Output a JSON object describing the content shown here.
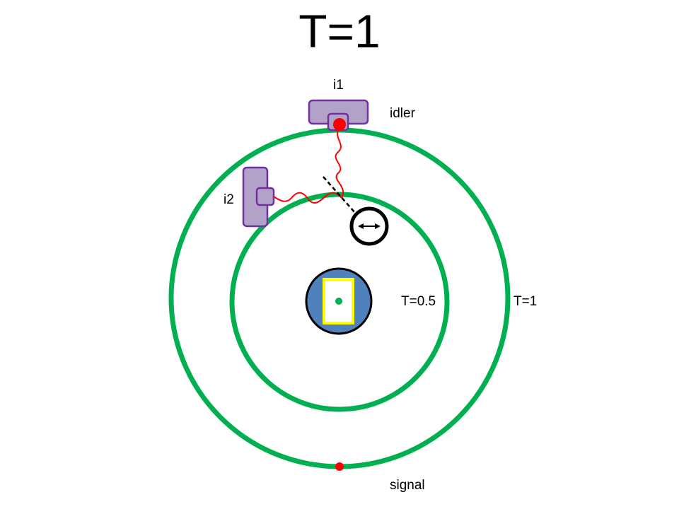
{
  "title": "T=1",
  "labels": {
    "i1": "i1",
    "idler": "idler",
    "i2": "i2",
    "inner_ring": "T=0.5",
    "outer_ring": "T=1",
    "signal": "signal"
  },
  "colors": {
    "ring": "#00b050",
    "photon": "#ff0000",
    "detector_fill": "#b3a2c7",
    "detector_stroke": "#7030a0",
    "source_fill": "#4f81bd",
    "crystal_stroke": "#ffff00"
  }
}
